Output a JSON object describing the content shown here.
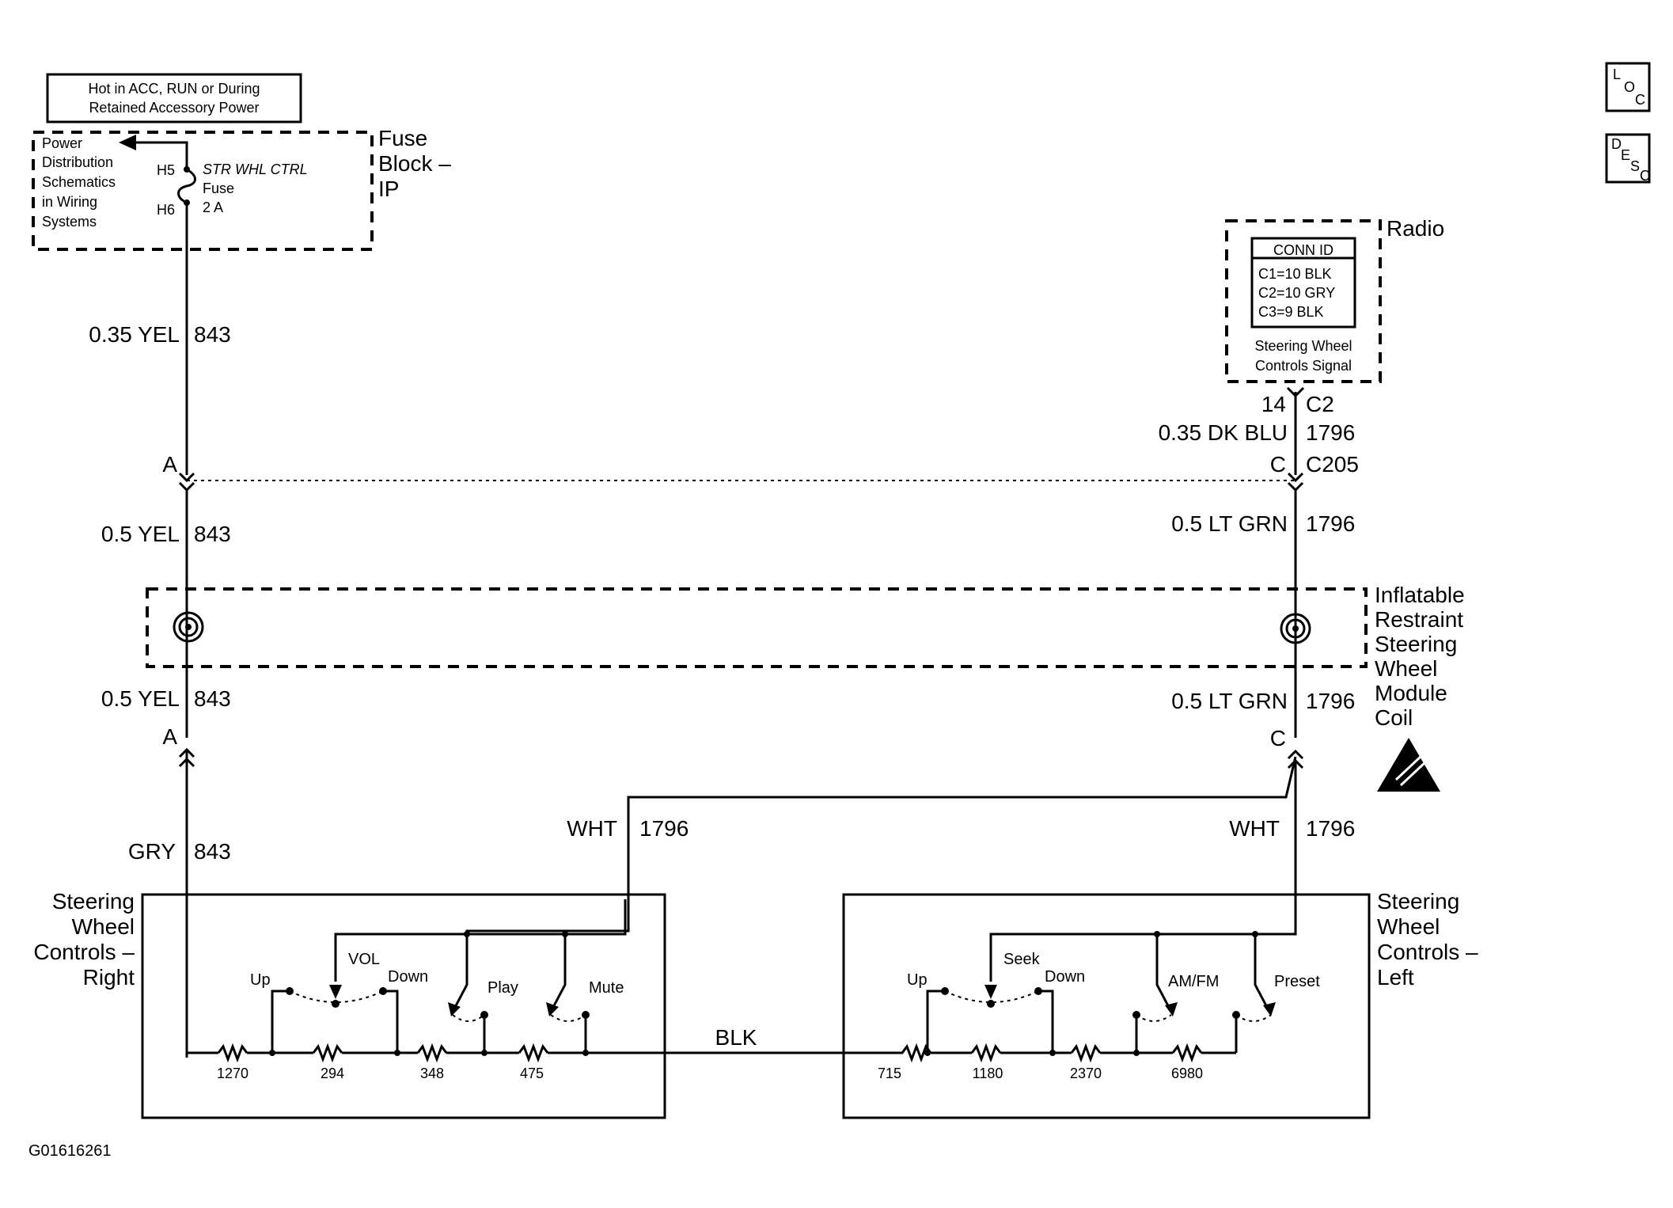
{
  "hot_label": [
    "Hot in ACC, RUN or During",
    "Retained Accessory Power"
  ],
  "fuse_block": {
    "title": [
      "Fuse",
      "Block –",
      "IP"
    ],
    "power_dist": [
      "Power",
      "Distribution",
      "Schematics",
      "in Wiring",
      "Systems"
    ],
    "fuse": [
      "STR WHL CTRL",
      "Fuse",
      "2 A"
    ],
    "pin_in": "H5",
    "pin_out": "H6"
  },
  "radio": {
    "title": "Radio",
    "conn_header": "CONN ID",
    "conn": [
      "C1=10 BLK",
      "C2=10 GRY",
      "C3=9 BLK"
    ],
    "signal": [
      "Steering Wheel",
      "Controls Signal"
    ],
    "pin": "14",
    "conn_id": "C2"
  },
  "wires": {
    "l_1_size": "0.35 YEL",
    "l_1_circuit": "843",
    "l_2_size": "0.5 YEL",
    "l_2_circuit": "843",
    "l_3_size": "0.5 YEL",
    "l_3_circuit": "843",
    "l_4_size": "GRY",
    "l_4_circuit": "843",
    "r_1_size": "0.35 DK BLU",
    "r_1_circuit": "1796",
    "r_2_size": "0.5 LT GRN",
    "r_2_circuit": "1796",
    "r_3_size": "0.5 LT GRN",
    "r_3_circuit": "1796",
    "r_4_size": "WHT",
    "r_4_circuit": "1796",
    "m_size": "WHT",
    "m_circuit": "1796",
    "ground": "BLK"
  },
  "connectors": {
    "left_upper": "A",
    "left_lower": "A",
    "right_upper": "C",
    "right_upper_id": "C205",
    "right_lower": "C"
  },
  "coil_label": [
    "Inflatable",
    "Restraint",
    "Steering",
    "Wheel",
    "Module",
    "Coil"
  ],
  "right_module": {
    "title": [
      "Steering",
      "Wheel",
      "Controls –",
      "Right"
    ],
    "up": "Up",
    "vol": "VOL",
    "down": "Down",
    "play": "Play",
    "mute": "Mute",
    "resistors": [
      "1270",
      "294",
      "348",
      "475"
    ]
  },
  "left_module": {
    "title": [
      "Steering",
      "Wheel",
      "Controls –",
      "Left"
    ],
    "up": "Up",
    "seek": "Seek",
    "down": "Down",
    "amfm": "AM/FM",
    "preset": "Preset",
    "resistors": [
      "715",
      "1180",
      "2370",
      "6980"
    ]
  },
  "figure_id": "G01616261",
  "nav_icons": {
    "loc": [
      "L",
      "O",
      "C"
    ],
    "desc": [
      "D",
      "E",
      "S",
      "C"
    ]
  },
  "esd_icon": "esd-warning-icon"
}
